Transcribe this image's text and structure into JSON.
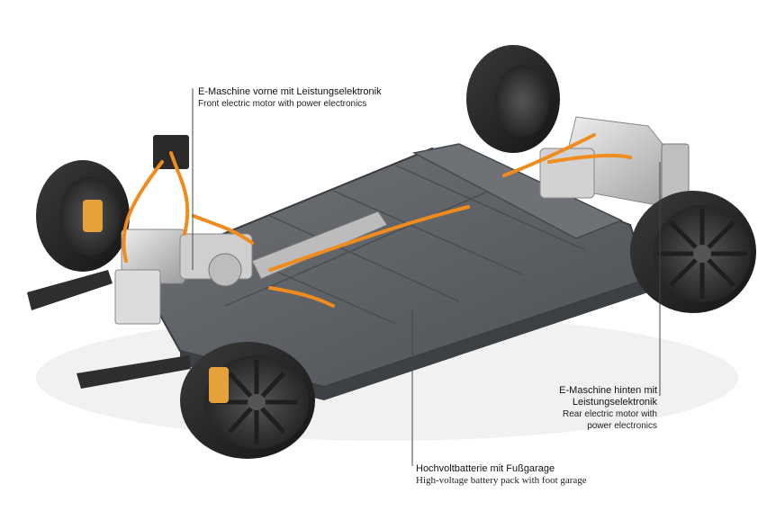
{
  "callouts": {
    "front_motor": {
      "de": "E-Maschine vorne mit Leistungselektronik",
      "en": "Front electric motor with power electronics"
    },
    "rear_motor": {
      "de_line1": "E-Maschine hinten mit",
      "de_line2": "Leistungselektronik",
      "en_line1": "Rear electric motor with",
      "en_line2": "power electronics"
    },
    "battery": {
      "de": "Hochvoltbatterie mit Fußgarage",
      "en": "High-voltage battery pack with foot garage"
    }
  },
  "colors": {
    "background": "#ffffff",
    "battery_tray": "#5a5d61",
    "battery_panel": "#6b6e72",
    "cable_orange": "#f08c1e",
    "brake_caliper": "#e6a23a",
    "tire": "#2a2a2a",
    "rim": "#3c3c3c",
    "motor_housing": "#d9d9d9"
  }
}
